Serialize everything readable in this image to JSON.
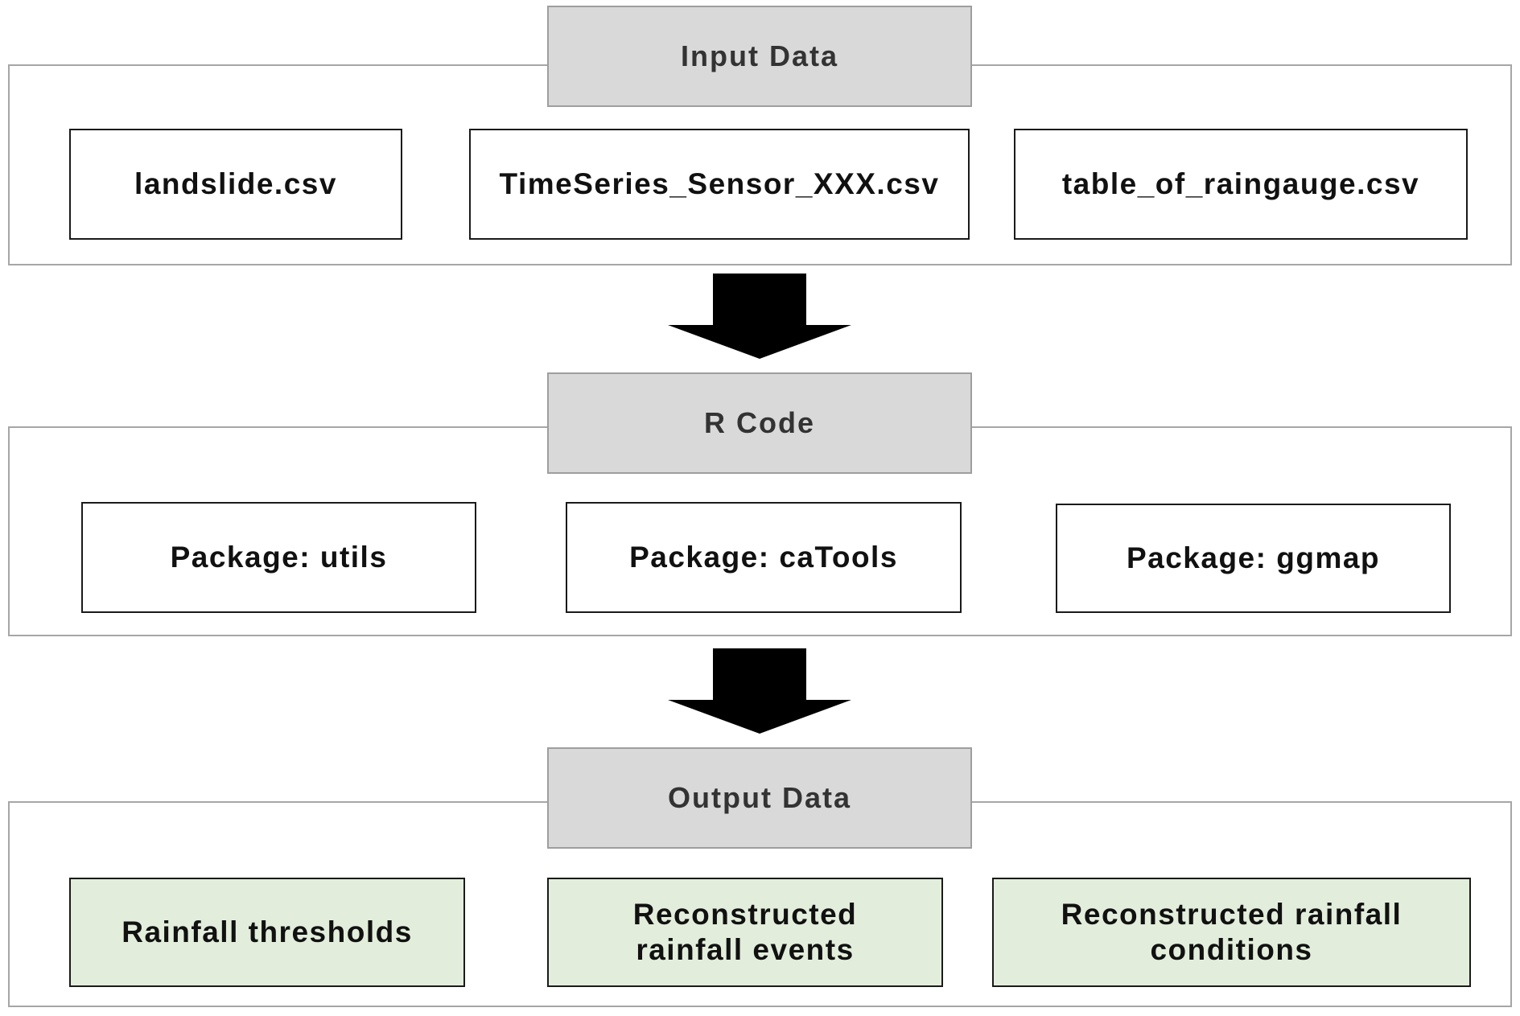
{
  "sections": [
    {
      "header": "Input Data",
      "items": [
        "landslide.csv",
        "TimeSeries_Sensor_XXX.csv",
        "table_of_raingauge.csv"
      ]
    },
    {
      "header": "R Code",
      "items": [
        "Package: utils",
        "Package: caTools",
        "Package: ggmap"
      ]
    },
    {
      "header": "Output Data",
      "items": [
        "Rainfall thresholds",
        "Reconstructed\nrainfall events",
        "Reconstructed rainfall\nconditions"
      ]
    }
  ],
  "colors": {
    "header_fill": "#d9d9d9",
    "output_fill": "#e2eedb",
    "arrow": "#000000"
  }
}
